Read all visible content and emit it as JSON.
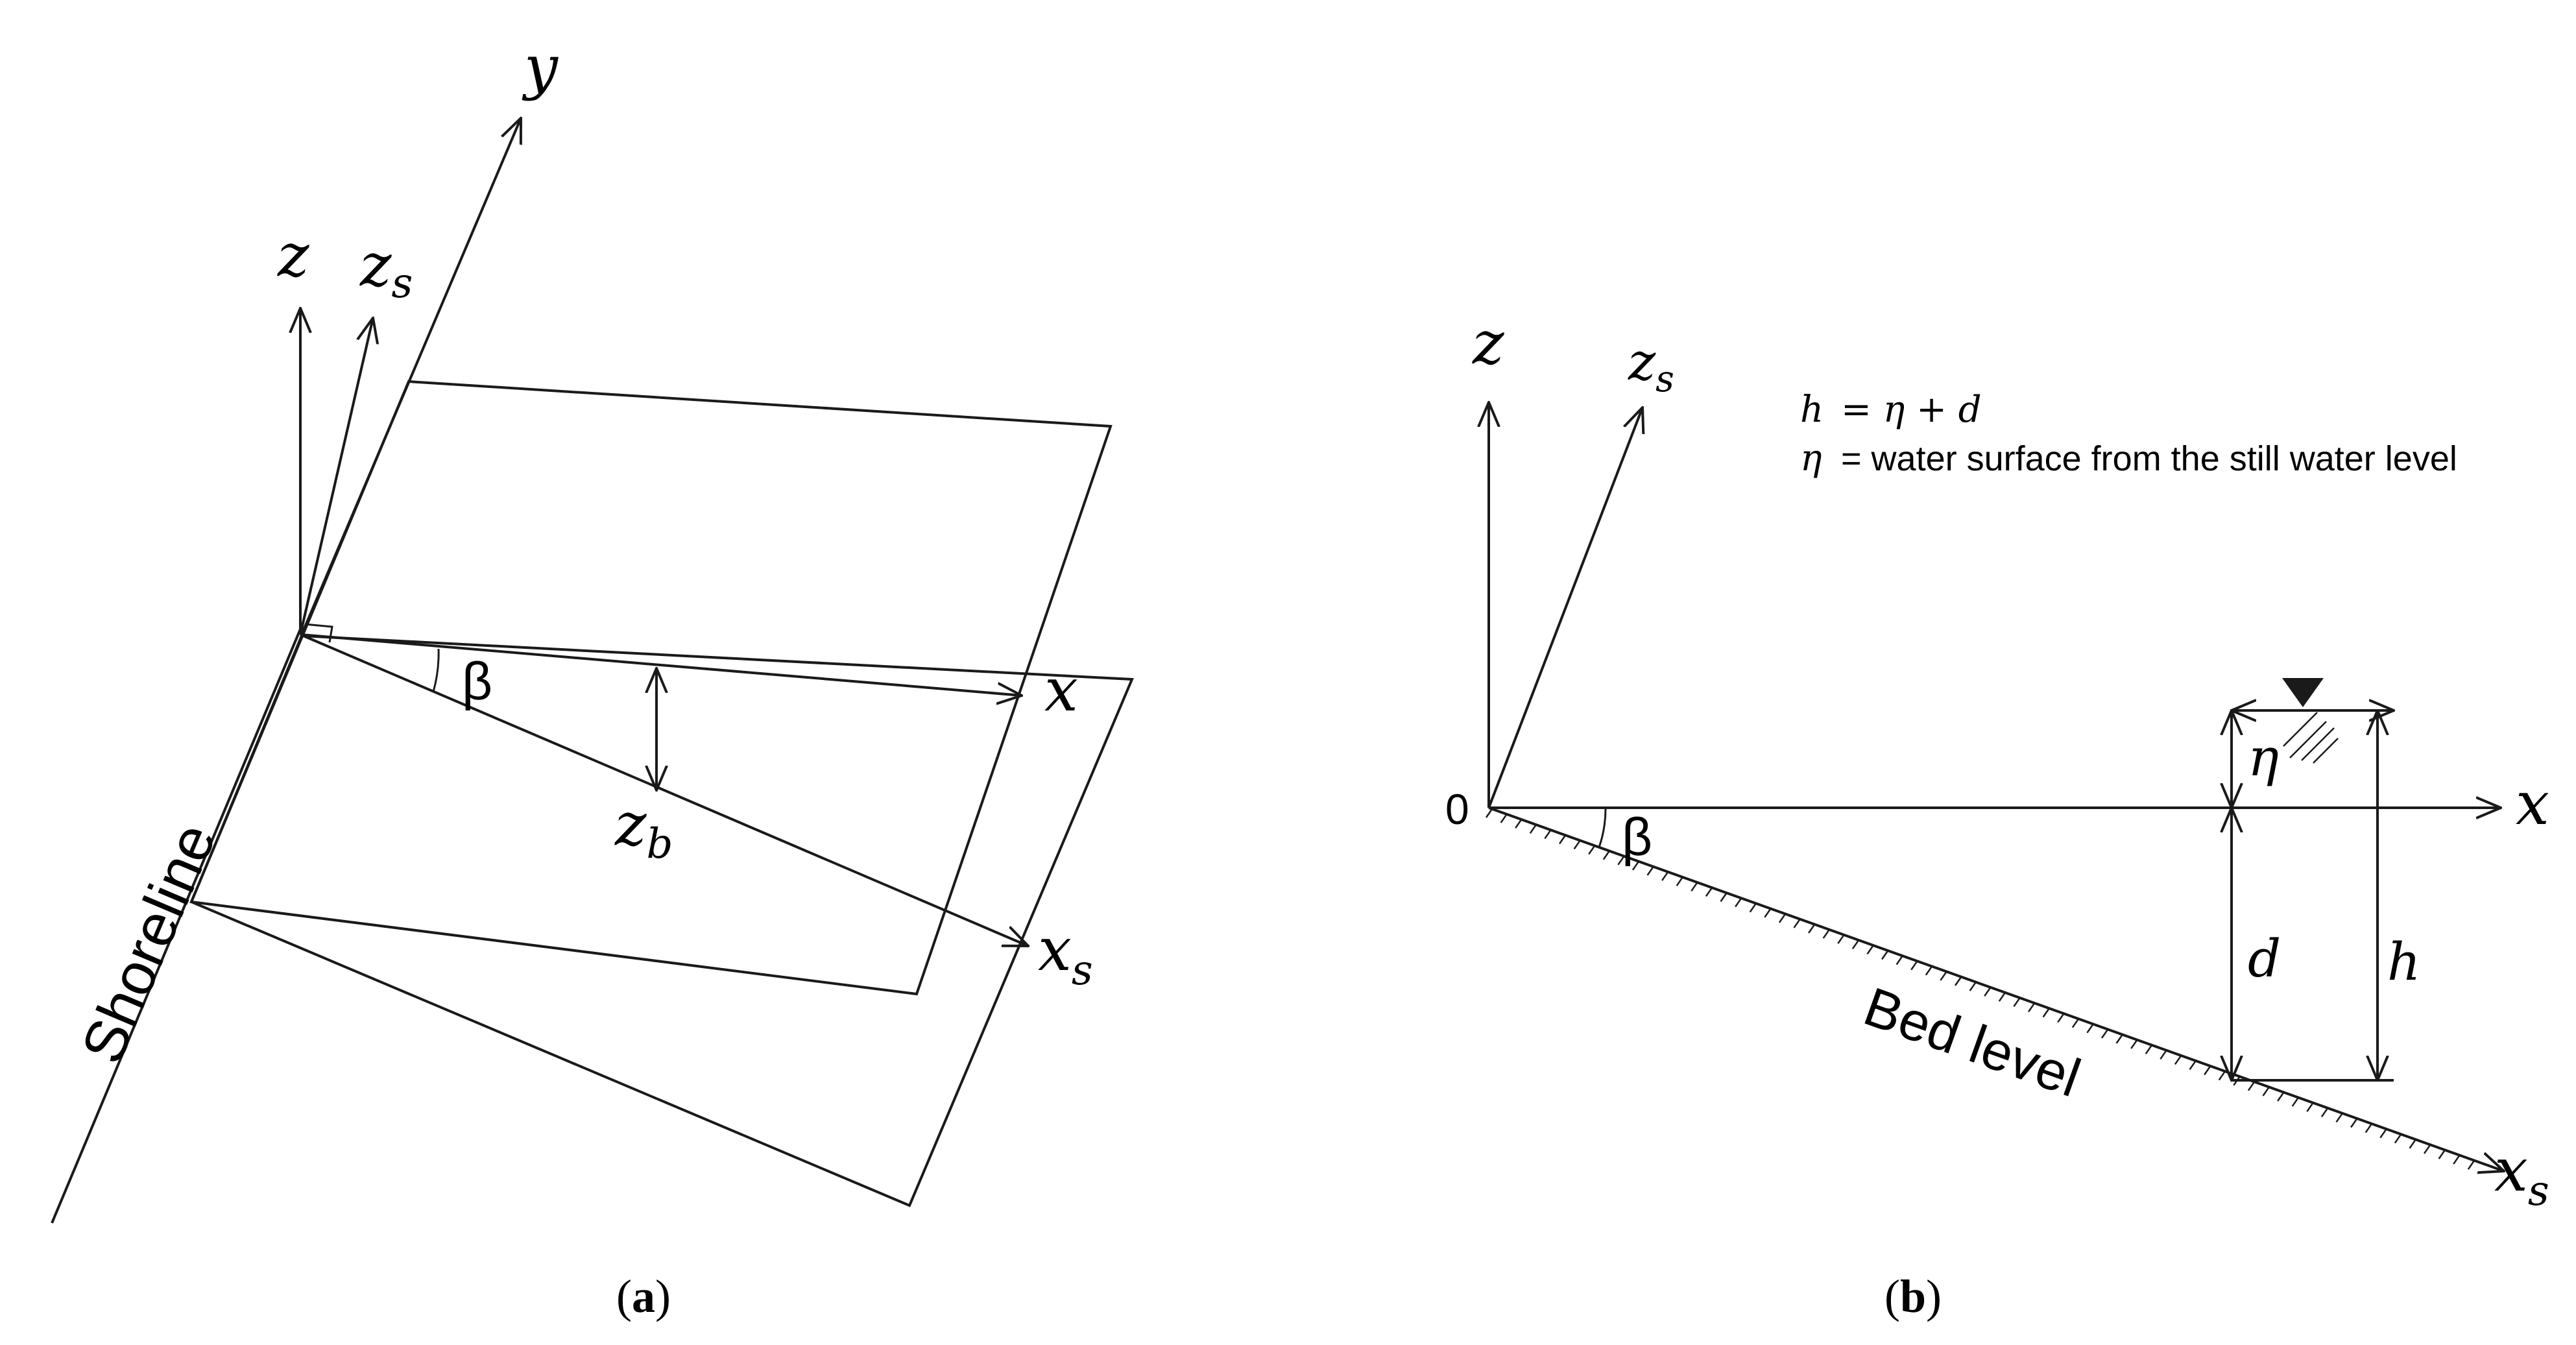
{
  "panel_a": {
    "caption_open": "(",
    "caption_letter": "a",
    "caption_close": ")",
    "label_y": "y",
    "label_z": "z",
    "label_zs_main": "z",
    "label_zs_sub": "s",
    "label_x": "x",
    "label_beta": "β",
    "label_zb_main": "z",
    "label_zb_sub": "b",
    "label_xs_main": "x",
    "label_xs_sub": "s",
    "label_shoreline": "Shoreline"
  },
  "panel_b": {
    "caption_open": "(",
    "caption_letter": "b",
    "caption_close": ")",
    "label_z": "z",
    "label_zs_main": "z",
    "label_zs_sub": "s",
    "label_origin": "0",
    "label_x": "x",
    "label_beta": "β",
    "label_xs_main": "x",
    "label_xs_sub": "s",
    "label_bed": "Bed level",
    "label_eta": "η",
    "label_d": "d",
    "label_h": "h",
    "eq1_lhs": "h",
    "eq1_rhs": "= η + d",
    "eq2_lhs": "η",
    "eq2_rhs": "= water surface from the still water level"
  },
  "colors": {
    "stroke": "#1a1a1a",
    "text": "#000000",
    "background": "#ffffff"
  }
}
